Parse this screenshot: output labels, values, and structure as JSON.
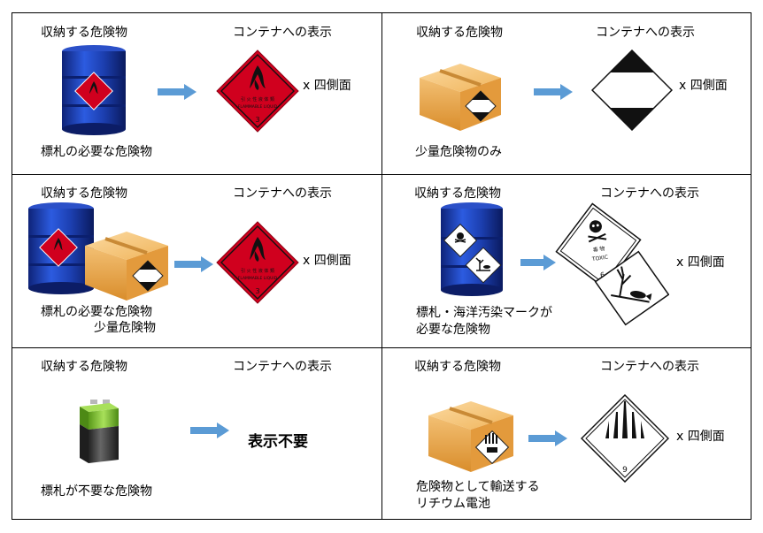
{
  "cells": [
    {
      "header_left": "収納する危険物",
      "header_right": "コンテナへの表示",
      "multiplier": "x 四側面",
      "caption": "標札の必要な危険物",
      "placard": {
        "line1": "引 火 性 液 体 類",
        "line2": "FLAMMABLE LIQUID",
        "class": "3"
      }
    },
    {
      "header_left": "収納する危険物",
      "header_right": "コンテナへの表示",
      "multiplier": "x 四側面",
      "caption": "少量危険物のみ"
    },
    {
      "header_left": "収納する危険物",
      "header_right": "コンテナへの表示",
      "multiplier": "x 四側面",
      "caption_line1": "標札の必要な危険物",
      "caption_line2": "少量危険物",
      "placard": {
        "line1": "引 火 性 液 体 類",
        "line2": "FLAMMABLE LIQUID",
        "class": "3"
      }
    },
    {
      "header_left": "収納する危険物",
      "header_right": "コンテナへの表示",
      "multiplier": "x 四側面",
      "caption_line1": "標札・海洋汚染マークが",
      "caption_line2": "必要な危険物",
      "toxic_placard": {
        "kanji": "毒   物",
        "word": "TOXIC",
        "class": "6"
      }
    },
    {
      "header_left": "収納する危険物",
      "header_right": "コンテナへの表示",
      "center_text": "表示不要",
      "caption": "標札が不要な危険物"
    },
    {
      "header_left": "収納する危険物",
      "header_right": "コンテナへの表示",
      "multiplier": "x 四側面",
      "caption_line1": "危険物として輸送する",
      "caption_line2": "リチウム電池",
      "placard": {
        "class": "9"
      }
    }
  ],
  "colors": {
    "border": "#000000",
    "arrow": "#5b9bd5",
    "placard_red": "#d0001e",
    "drum_blue": "#1c3fb0",
    "box_tan": "#e8a94a"
  }
}
